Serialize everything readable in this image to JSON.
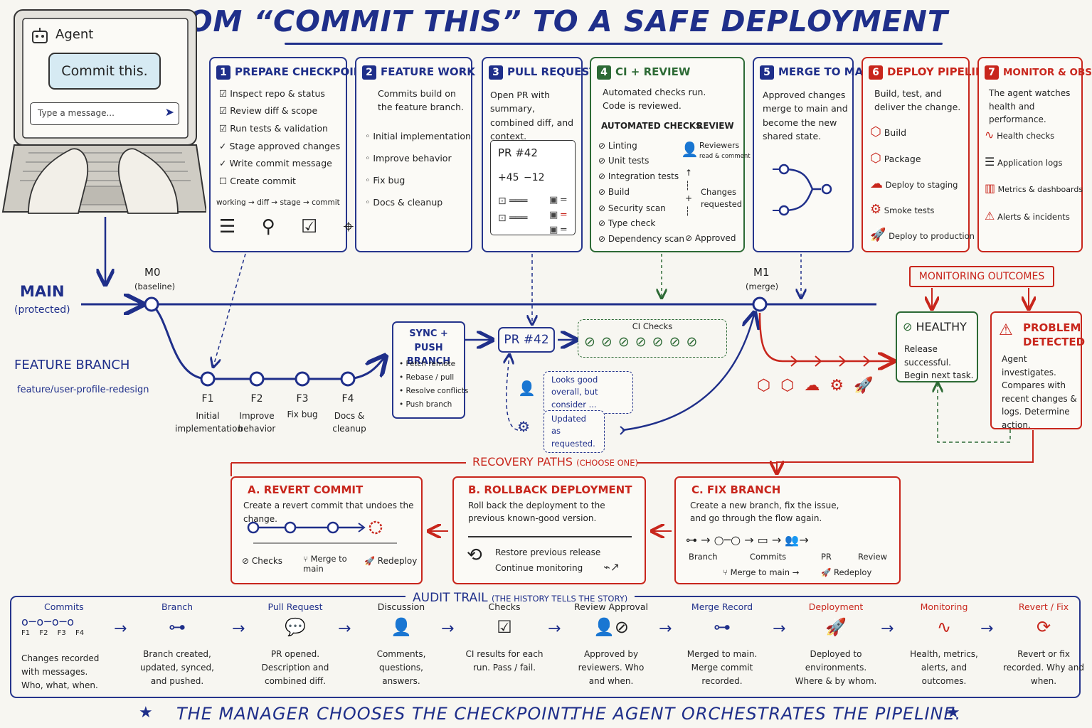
{
  "title": "FROM “COMMIT THIS” TO A SAFE DEPLOYMENT",
  "laptop": {
    "agent_label": "Agent",
    "chat_bubble": "Commit this.",
    "input_placeholder": "Type a message..."
  },
  "steps": [
    {
      "num": "1",
      "title": "PREPARE CHECKPOINT",
      "items": [
        "Inspect repo & status",
        "Review diff & scope",
        "Run tests & validation",
        "Stage approved changes",
        "Write commit message",
        "Create commit"
      ],
      "flow": [
        "working",
        "diff",
        "stage",
        "commit"
      ]
    },
    {
      "num": "2",
      "title": "FEATURE WORK",
      "desc": "Commits build on the feature branch.",
      "items": [
        "Initial implementation",
        "Improve behavior",
        "Fix bug",
        "Docs & cleanup"
      ]
    },
    {
      "num": "3",
      "title": "PULL REQUEST",
      "desc": "Open PR with summary, combined diff, and context.",
      "pr_label": "PR #42",
      "additions": "+45",
      "deletions": "−12"
    },
    {
      "num": "4",
      "title": "CI + REVIEW",
      "desc": "Automated checks run. Code is reviewed.",
      "checks_header": "AUTOMATED CHECKS",
      "review_header": "REVIEW",
      "checks": [
        "Linting",
        "Unit tests",
        "Integration tests",
        "Build",
        "Security scan",
        "Type check",
        "Dependency scan"
      ],
      "reviewers": "Reviewers",
      "reviewers_sub": "read & comment",
      "changes_requested": "Changes requested",
      "approved": "Approved"
    },
    {
      "num": "5",
      "title": "MERGE TO MAIN",
      "desc": "Approved changes merge to main and become the new shared state."
    },
    {
      "num": "6",
      "title": "DEPLOY PIPELINE",
      "desc": "Build, test, and deliver the change.",
      "items": [
        "Build",
        "Package",
        "Deploy to staging",
        "Smoke tests",
        "Deploy to production"
      ]
    },
    {
      "num": "7",
      "title": "MONITOR & OBSERVE",
      "desc": "The agent watches health and performance.",
      "items": [
        "Health checks",
        "Application logs",
        "Metrics & dashboards",
        "Alerts & incidents"
      ]
    }
  ],
  "flow": {
    "main_label": "MAIN",
    "main_sub": "(protected)",
    "m0": "M0",
    "m0_sub": "(baseline)",
    "m1": "M1",
    "m1_sub": "(merge)",
    "feature_label": "FEATURE BRANCH",
    "feature_name": "feature/user-profile-redesign",
    "commits": [
      {
        "id": "F1",
        "label": "Initial implementation"
      },
      {
        "id": "F2",
        "label": "Improve behavior"
      },
      {
        "id": "F3",
        "label": "Fix bug"
      },
      {
        "id": "F4",
        "label": "Docs & cleanup"
      }
    ],
    "sync_title": "SYNC + PUSH BRANCH",
    "sync_items": [
      "Fetch remote",
      "Rebase / pull",
      "Resolve conflicts",
      "Push branch"
    ],
    "pr_node": "PR #42",
    "ci_checks": "CI Checks",
    "comment_1": "Looks good overall, but consider ...",
    "comment_2": "Updated as requested."
  },
  "monitoring": {
    "label": "MONITORING OUTCOMES",
    "healthy_title": "HEALTHY",
    "healthy_text": "Release successful. Begin next task.",
    "problem_title": "PROBLEM DETECTED",
    "problem_text": "Agent investigates. Compares with recent changes & logs. Determine action."
  },
  "recovery": {
    "label": "RECOVERY PATHS",
    "label_sub": "(CHOOSE ONE)",
    "revert": {
      "title": "A. REVERT COMMIT",
      "desc": "Create a revert commit that undoes the change.",
      "steps": [
        "Checks",
        "Merge to main",
        "Redeploy"
      ]
    },
    "rollback": {
      "title": "B. ROLLBACK DEPLOYMENT",
      "desc": "Roll back the deployment to the previous known-good version.",
      "steps": [
        "Restore previous release",
        "Continue monitoring"
      ]
    },
    "fix": {
      "title": "C. FIX BRANCH",
      "desc": "Create a new branch, fix the issue, and go through the flow again.",
      "steps": [
        "Branch",
        "Commits",
        "PR",
        "Review",
        "Merge to main",
        "Redeploy"
      ]
    }
  },
  "audit": {
    "label": "AUDIT TRAIL",
    "label_sub": "(THE HISTORY TELLS THE STORY)",
    "items": [
      {
        "title": "Commits",
        "text": "Changes recorded with messages. Who, what, when.",
        "commit_ids": [
          "F1",
          "F2",
          "F3",
          "F4"
        ]
      },
      {
        "title": "Branch",
        "text": "Branch created, updated, synced, and pushed."
      },
      {
        "title": "Pull Request",
        "text": "PR opened. Description and combined diff."
      },
      {
        "title": "Discussion",
        "text": "Comments, questions, answers."
      },
      {
        "title": "Checks",
        "text": "CI results for each run. Pass / fail."
      },
      {
        "title": "Review Approval",
        "text": "Approved by reviewers. Who and when."
      },
      {
        "title": "Merge Record",
        "text": "Merged to main. Merge commit recorded."
      },
      {
        "title": "Deployment",
        "text": "Deployed to environments. Where & by whom."
      },
      {
        "title": "Monitoring",
        "text": "Health, metrics, alerts, and outcomes."
      },
      {
        "title": "Revert / Fix",
        "text": "Revert or fix recorded. Why and when."
      }
    ]
  },
  "footer": {
    "left": "THE MANAGER CHOOSES THE CHECKPOINT.",
    "right": "THE AGENT ORCHESTRATES THE PIPELINE."
  }
}
